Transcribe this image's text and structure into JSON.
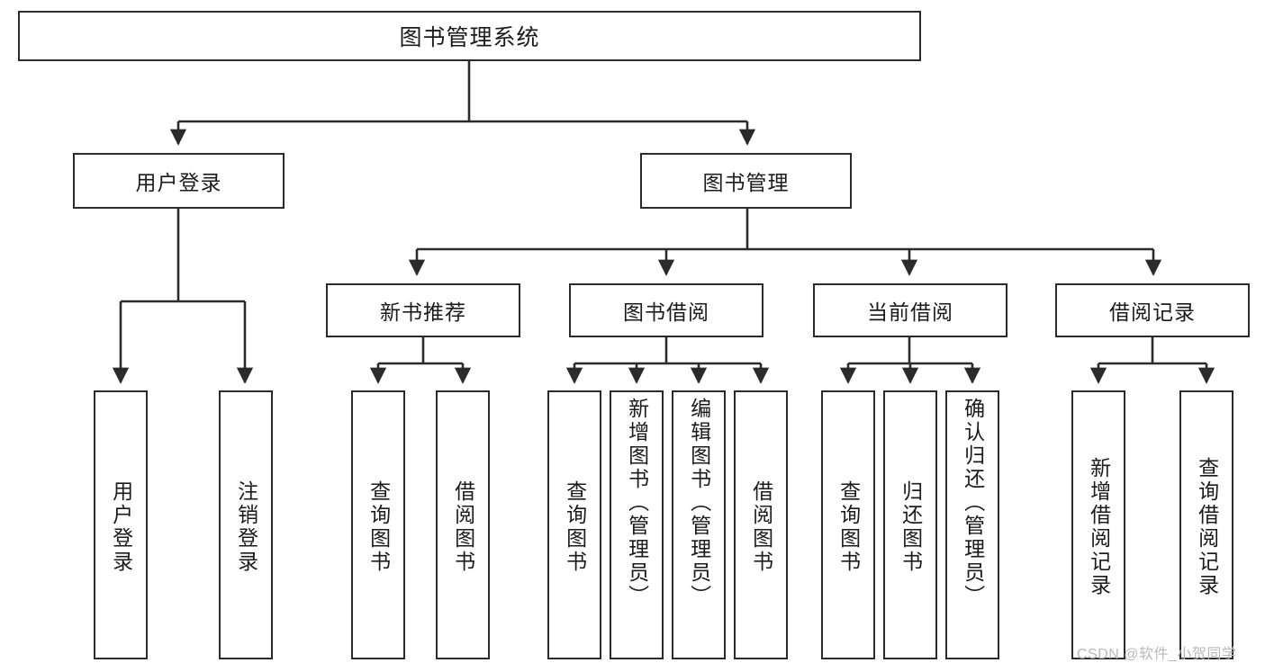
{
  "diagram": {
    "title": "图书管理系统",
    "type": "hierarchy-tree",
    "root": {
      "label": "图书管理系统"
    },
    "level2": [
      {
        "label": "用户登录"
      },
      {
        "label": "图书管理"
      }
    ],
    "level3": [
      {
        "label": "新书推荐"
      },
      {
        "label": "图书借阅"
      },
      {
        "label": "当前借阅"
      },
      {
        "label": "借阅记录"
      }
    ],
    "leaves": {
      "user_login": [
        {
          "label": "用户登录"
        },
        {
          "label": "注销登录"
        }
      ],
      "new_book_recommend": [
        {
          "label": "查询图书"
        },
        {
          "label": "借阅图书"
        }
      ],
      "book_borrow": [
        {
          "label": "查询图书"
        },
        {
          "label": "新增图书（管理员）"
        },
        {
          "label": "编辑图书（管理员）"
        },
        {
          "label": "借阅图书"
        }
      ],
      "current_borrow": [
        {
          "label": "查询图书"
        },
        {
          "label": "归还图书"
        },
        {
          "label": "确认归还（管理员）"
        }
      ],
      "borrow_record": [
        {
          "label": "新增借阅记录"
        },
        {
          "label": "查询借阅记录"
        }
      ]
    }
  },
  "watermark": {
    "text": "CSDN @软件_小贺同学"
  },
  "colors": {
    "stroke": "#2b2b2b",
    "fill": "#ffffff",
    "text": "#1b1b1b",
    "watermark": "#b9b9b9"
  }
}
